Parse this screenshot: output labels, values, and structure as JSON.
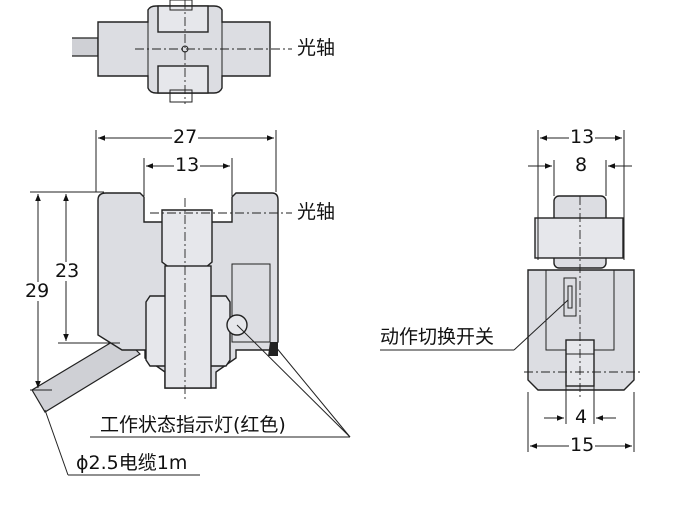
{
  "labels": {
    "optical_axis_top": "光轴",
    "optical_axis_front": "光轴",
    "mode_switch": "动作切换开关",
    "indicator": "工作状态指示灯(红色)",
    "cable": "ϕ2.5电缆1m"
  },
  "dimensions": {
    "front_width": "27",
    "front_gap": "13",
    "height_outer": "29",
    "height_inner": "23",
    "side_width_top": "13",
    "side_inner": "8",
    "side_bottom_small": "4",
    "side_bottom_width": "15"
  }
}
